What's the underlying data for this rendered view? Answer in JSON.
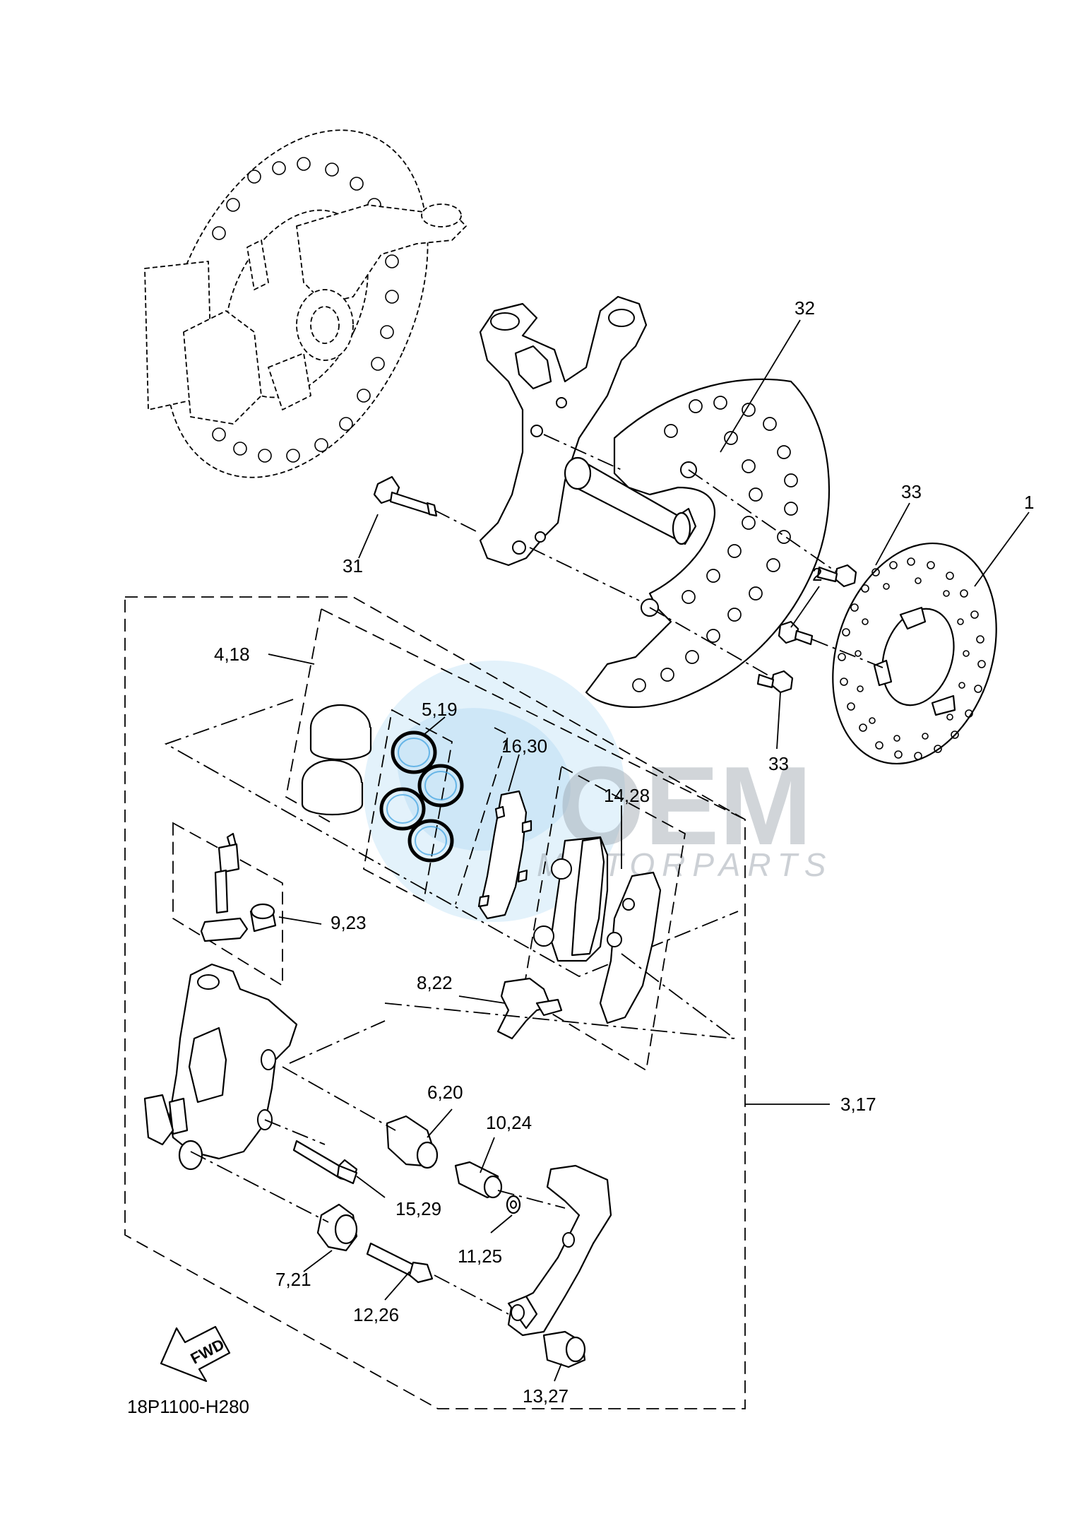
{
  "callouts": {
    "c1": "1",
    "c2": "2",
    "c3": "3,17",
    "c4": "4,18",
    "c5": "5,19",
    "c6": "6,20",
    "c7": "7,21",
    "c8": "8,22",
    "c9": "9,23",
    "c10": "10,24",
    "c11": "11,25",
    "c12": "12,26",
    "c13": "13,27",
    "c14": "14,28",
    "c15": "15,29",
    "c16": "16,30",
    "c31": "31",
    "c32": "32",
    "c33a": "33",
    "c33b": "33"
  },
  "diagram_code": "18P1100-H280",
  "fwd_label": "FWD",
  "watermark": {
    "brand": "OEM",
    "sub": "MOTORPARTS",
    "color": "#9aa3ad",
    "globe_color": "#3aa0e0"
  }
}
